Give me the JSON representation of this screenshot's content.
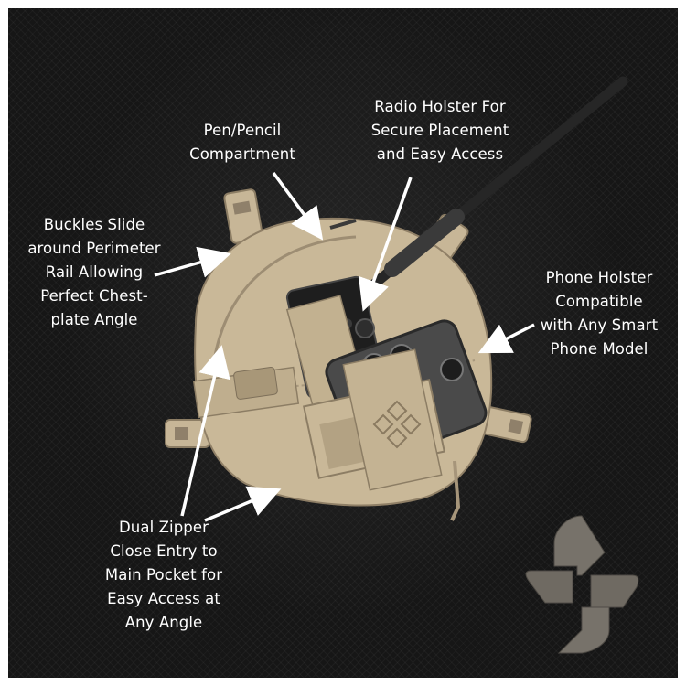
{
  "callouts": {
    "pen": "Pen/Pencil\nCompartment",
    "radio": "Radio Holster For\nSecure Placement\nand Easy Access",
    "buckles": "Buckles Slide\naround Perimeter\nRail Allowing\nPerfect Chest-\nplate Angle",
    "phone": "Phone Holster\nCompatible\nwith Any Smart\nPhone Model",
    "zipper": "Dual Zipper\nClose Entry to\nMain Pocket for\nEasy Access at\nAny Angle"
  },
  "colors": {
    "background": "#161616",
    "pouch": "#cbb99a",
    "text": "#ffffff",
    "logo": "#6f6a60"
  },
  "icons": {
    "logo": "four-petal-cross-logo"
  }
}
